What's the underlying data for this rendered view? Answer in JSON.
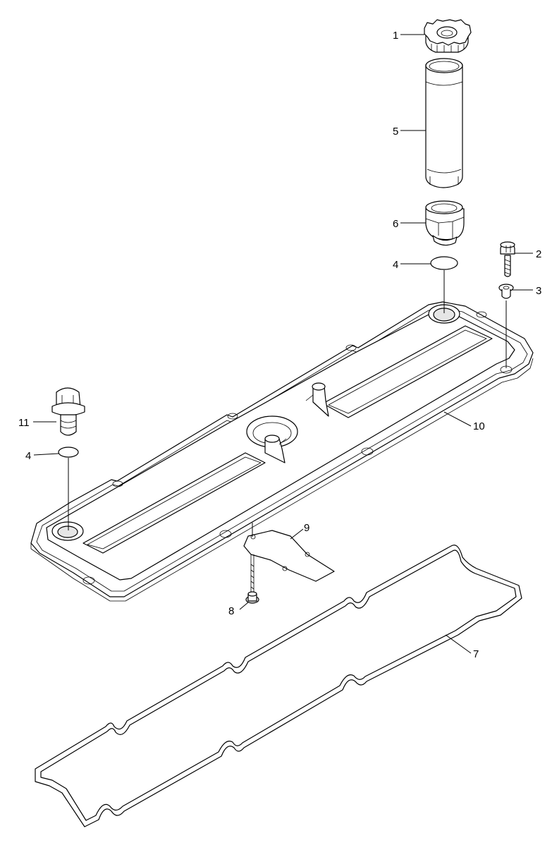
{
  "callouts": [
    {
      "id": "1",
      "label": "1"
    },
    {
      "id": "2",
      "label": "2"
    },
    {
      "id": "3",
      "label": "3"
    },
    {
      "id": "4a",
      "label": "4"
    },
    {
      "id": "4b",
      "label": "4"
    },
    {
      "id": "5",
      "label": "5"
    },
    {
      "id": "6",
      "label": "6"
    },
    {
      "id": "7",
      "label": "7"
    },
    {
      "id": "8",
      "label": "8"
    },
    {
      "id": "9",
      "label": "9"
    },
    {
      "id": "10",
      "label": "10"
    },
    {
      "id": "11",
      "label": "11"
    }
  ]
}
